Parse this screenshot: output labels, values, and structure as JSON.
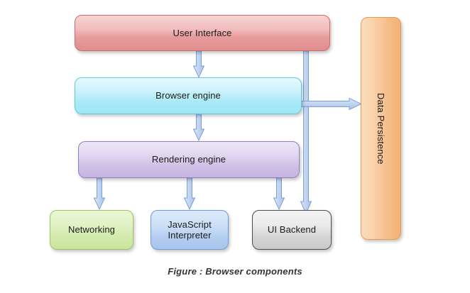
{
  "figure": {
    "caption": "Figure : Browser components",
    "background_color": "#ffffff",
    "arrow_fill": "#b9cfee",
    "arrow_stroke": "#7ba0d4"
  },
  "nodes": {
    "user_interface": {
      "label": "User  Interface",
      "color": "#e79c9c",
      "border_color": "#d06a6a"
    },
    "browser_engine": {
      "label": "Browser engine",
      "color": "#abeaf8",
      "border_color": "#5fc8da"
    },
    "rendering_engine": {
      "label": "Rendering engine",
      "color": "#cfc0e6",
      "border_color": "#8f7fc0"
    },
    "networking": {
      "label": "Networking",
      "color": "#d2e9ab",
      "border_color": "#9cc464"
    },
    "javascript_interpreter": {
      "label": "JavaScript\nInterpreter",
      "line1": "JavaScript",
      "line2": "Interpreter",
      "color": "#b3cdf0",
      "border_color": "#6f9ad4"
    },
    "ui_backend": {
      "label": "UI Backend",
      "color": "#d3d3d3",
      "border_color": "#4a4a4a"
    },
    "data_persistence": {
      "label": "Data Persistence",
      "color": "#f6bb85",
      "border_color": "#e59a52",
      "orientation": "vertical"
    }
  },
  "edges": [
    {
      "name": "ui-to-browser-engine",
      "from": "user_interface",
      "to": "browser_engine",
      "direction": "down"
    },
    {
      "name": "browser-engine-to-rendering-engine",
      "from": "browser_engine",
      "to": "rendering_engine",
      "direction": "down"
    },
    {
      "name": "browser-engine-to-data-persistence",
      "from": "browser_engine",
      "to": "data_persistence",
      "direction": "right"
    },
    {
      "name": "rendering-engine-to-networking",
      "from": "rendering_engine",
      "to": "networking",
      "direction": "down"
    },
    {
      "name": "rendering-engine-to-javascript-interpreter",
      "from": "rendering_engine",
      "to": "javascript_interpreter",
      "direction": "down"
    },
    {
      "name": "rendering-engine-to-ui-backend",
      "from": "rendering_engine",
      "to": "ui_backend",
      "direction": "down"
    },
    {
      "name": "ui-to-ui-backend",
      "from": "user_interface",
      "to": "ui_backend",
      "direction": "down"
    }
  ]
}
